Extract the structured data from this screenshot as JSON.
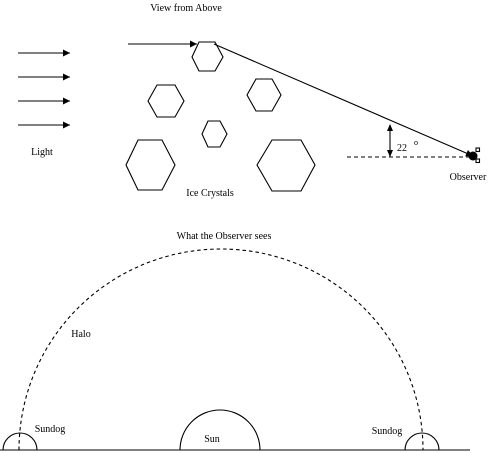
{
  "top_title": "View from Above",
  "light_label": "Light",
  "crystals_label": "Ice Crystals",
  "angle_value": "22",
  "angle_unit": "o",
  "observer_label": "Observer",
  "bottom_title": "What the Observer sees",
  "halo_label": "Halo",
  "sundog_left_label": "Sundog",
  "sun_label": "Sun",
  "sundog_right_label": "Sundog",
  "colors": {
    "ink": "#000000",
    "background": "#ffffff"
  }
}
